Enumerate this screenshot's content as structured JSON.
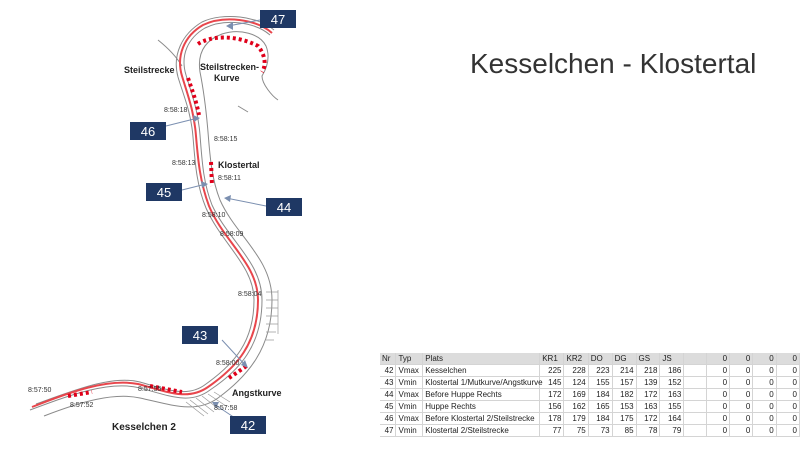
{
  "title": "Kesselchen - Klostertal",
  "colors": {
    "track_red": "#e8464c",
    "dashed_red": "#e0001a",
    "label_box": "#1f3864",
    "road": "#7f7f7f",
    "arrow": "#7b8fb0"
  },
  "markers": [
    {
      "id": "47"
    },
    {
      "id": "46"
    },
    {
      "id": "45"
    },
    {
      "id": "44"
    },
    {
      "id": "43"
    },
    {
      "id": "42"
    }
  ],
  "place_labels": {
    "steilstrecke": "Steilstrecke",
    "steilstrecken_kurve_1": "Steilstrecken-",
    "steilstrecken_kurve_2": "Kurve",
    "klostertal": "Klostertal",
    "angstkurve": "Angstkurve",
    "kesselchen2": "Kesselchen 2"
  },
  "times": [
    "8:58:18",
    "8:58:15",
    "8:58:13",
    "8:58:11",
    "8:58:10",
    "8:58:09",
    "8:58:04",
    "8:58:00",
    "8:57:58",
    "8:57:55",
    "8:57:52",
    "8:57:50"
  ],
  "table": {
    "headers": [
      "Nr",
      "Typ",
      "Plats",
      "KR1",
      "KR2",
      "DO",
      "DG",
      "GS",
      "JS",
      "",
      "0",
      "0",
      "0",
      "0"
    ],
    "rows": [
      [
        "42",
        "Vmax",
        "Kesselchen",
        "225",
        "228",
        "223",
        "214",
        "218",
        "186",
        "",
        "0",
        "0",
        "0",
        "0"
      ],
      [
        "43",
        "Vmin",
        "Klostertal 1/Mutkurve/Angstkurve",
        "145",
        "124",
        "155",
        "157",
        "139",
        "152",
        "",
        "0",
        "0",
        "0",
        "0"
      ],
      [
        "44",
        "Vmax",
        "Before Huppe Rechts",
        "172",
        "169",
        "184",
        "182",
        "172",
        "163",
        "",
        "0",
        "0",
        "0",
        "0"
      ],
      [
        "45",
        "Vmin",
        "Huppe Rechts",
        "156",
        "162",
        "165",
        "153",
        "163",
        "155",
        "",
        "0",
        "0",
        "0",
        "0"
      ],
      [
        "46",
        "Vmax",
        "Before Klostertal 2/Steilstrecke",
        "178",
        "179",
        "184",
        "175",
        "172",
        "164",
        "",
        "0",
        "0",
        "0",
        "0"
      ],
      [
        "47",
        "Vmin",
        "Klostertal 2/Steilstrecke",
        "77",
        "75",
        "73",
        "85",
        "78",
        "79",
        "",
        "0",
        "0",
        "0",
        "0"
      ]
    ]
  }
}
